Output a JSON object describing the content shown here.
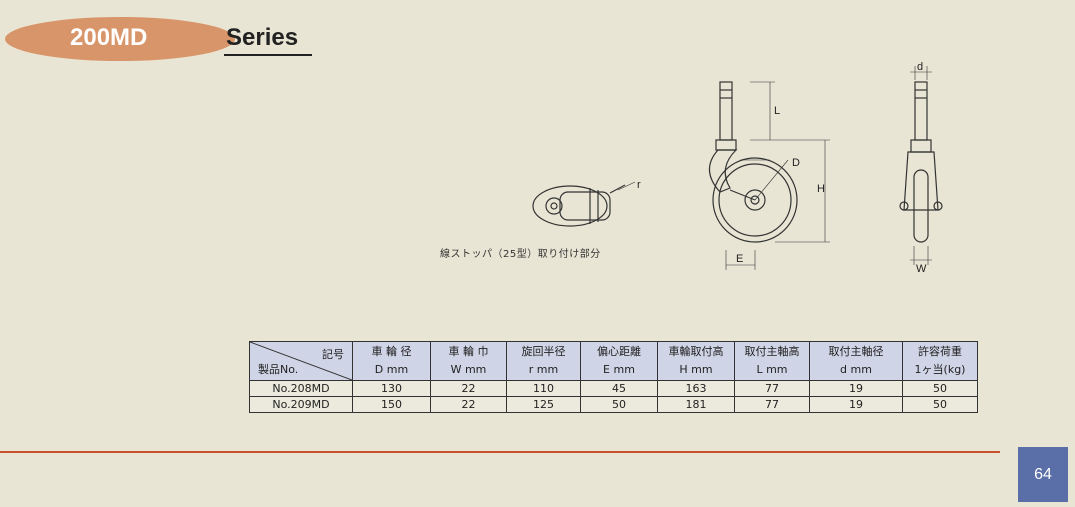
{
  "header": {
    "model": "200MD",
    "series": "Series"
  },
  "drawing": {
    "caption": "線ストッパ（25型）取り付け部分",
    "labels": {
      "r": "r",
      "L": "L",
      "D": "D",
      "H": "H",
      "E": "E",
      "d": "d",
      "W": "W"
    }
  },
  "table": {
    "corner_top": "記号",
    "corner_bottom": "製品No.",
    "columns": [
      {
        "top": "車 輪 径",
        "bottom": "D mm"
      },
      {
        "top": "車 輪 巾",
        "bottom": "W mm"
      },
      {
        "top": "旋回半径",
        "bottom": "r mm"
      },
      {
        "top": "偏心距離",
        "bottom": "E mm"
      },
      {
        "top": "車輪取付高",
        "bottom": "H mm"
      },
      {
        "top": "取付主軸高",
        "bottom": "L mm"
      },
      {
        "top": "取付主軸径",
        "bottom": "d mm"
      },
      {
        "top": "許容荷重",
        "bottom": "1ヶ当(kg)"
      }
    ],
    "rows": [
      {
        "name": "No.208MD",
        "cells": [
          "130",
          "22",
          "110",
          "45",
          "163",
          "77",
          "19",
          "50"
        ]
      },
      {
        "name": "No.209MD",
        "cells": [
          "150",
          "22",
          "125",
          "50",
          "181",
          "77",
          "19",
          "50"
        ]
      }
    ]
  },
  "page_number": "64"
}
